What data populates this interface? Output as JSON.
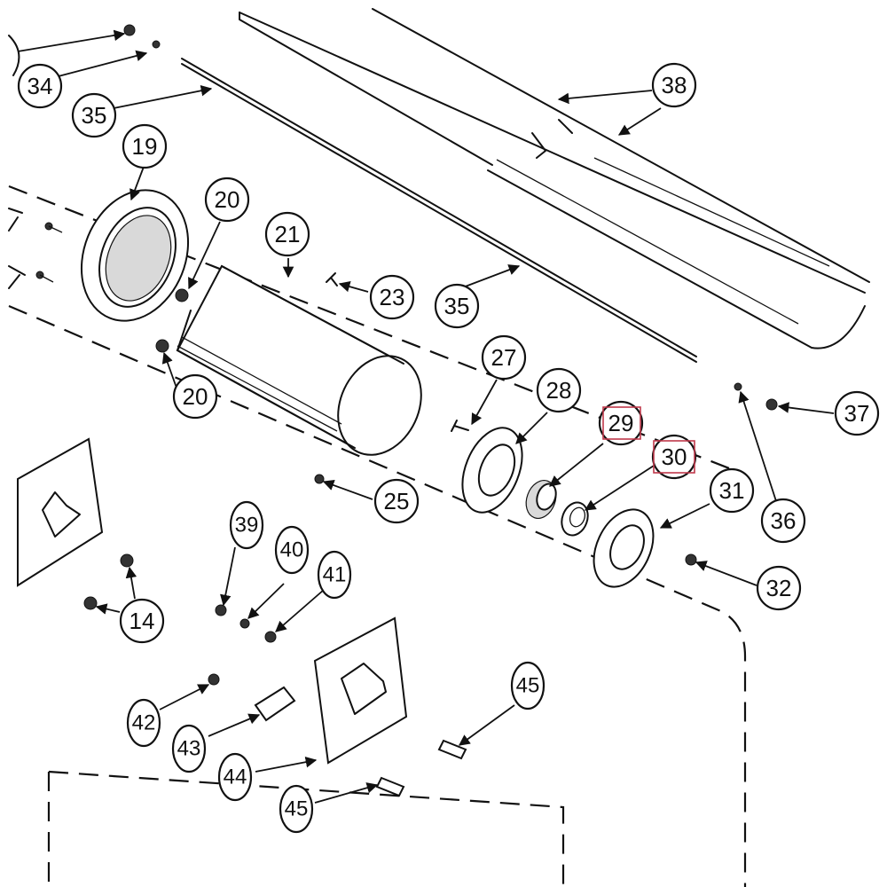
{
  "highlight_color": "#c0394b",
  "callouts": [
    {
      "id": "c34",
      "label": "34"
    },
    {
      "id": "c35a",
      "label": "35"
    },
    {
      "id": "c38",
      "label": "38"
    },
    {
      "id": "c19",
      "label": "19"
    },
    {
      "id": "c20a",
      "label": "20"
    },
    {
      "id": "c21",
      "label": "21"
    },
    {
      "id": "c23",
      "label": "23"
    },
    {
      "id": "c35b",
      "label": "35"
    },
    {
      "id": "c20b",
      "label": "20"
    },
    {
      "id": "c27",
      "label": "27"
    },
    {
      "id": "c28",
      "label": "28"
    },
    {
      "id": "c29",
      "label": "29",
      "highlighted": true
    },
    {
      "id": "c30",
      "label": "30",
      "highlighted": true
    },
    {
      "id": "c37",
      "label": "37"
    },
    {
      "id": "c25",
      "label": "25"
    },
    {
      "id": "c31",
      "label": "31"
    },
    {
      "id": "c36",
      "label": "36"
    },
    {
      "id": "c32",
      "label": "32"
    },
    {
      "id": "c39",
      "label": "39"
    },
    {
      "id": "c40",
      "label": "40"
    },
    {
      "id": "c41",
      "label": "41"
    },
    {
      "id": "c14",
      "label": "14"
    },
    {
      "id": "c45a",
      "label": "45"
    },
    {
      "id": "c42",
      "label": "42"
    },
    {
      "id": "c43",
      "label": "43"
    },
    {
      "id": "c44",
      "label": "44"
    },
    {
      "id": "c45b",
      "label": "45"
    }
  ]
}
